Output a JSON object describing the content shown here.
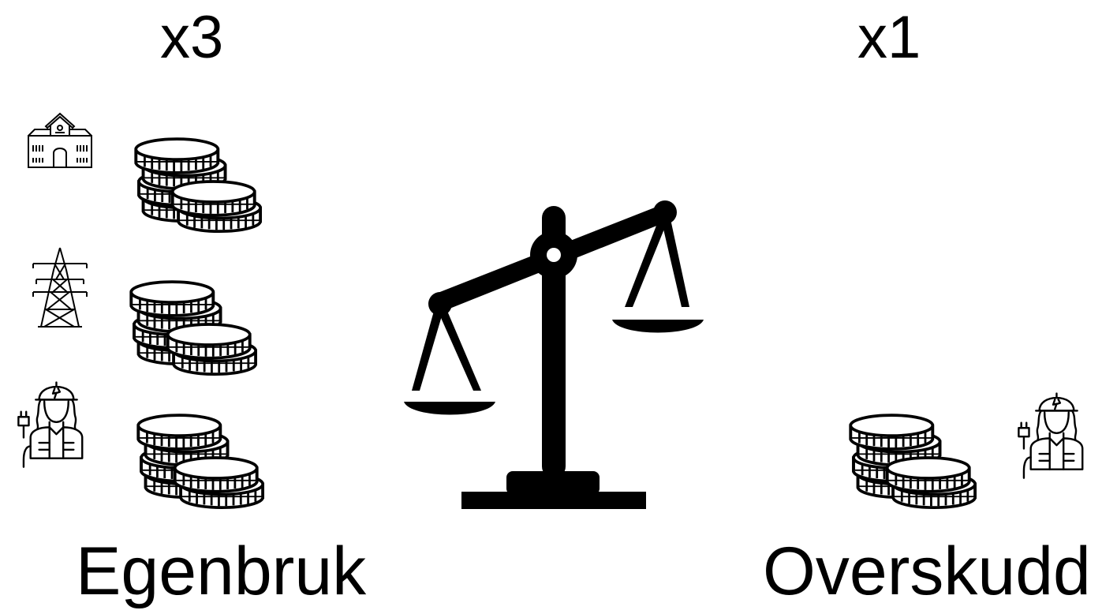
{
  "left": {
    "multiplier": "x3",
    "label": "Egenbruk",
    "rows": [
      {
        "icon": "school-building-icon",
        "coins": "coin-stacks-icon"
      },
      {
        "icon": "power-pylon-icon",
        "coins": "coin-stacks-icon"
      },
      {
        "icon": "electrician-worker-icon",
        "coins": "coin-stacks-icon"
      }
    ]
  },
  "right": {
    "multiplier": "x1",
    "label": "Overskudd",
    "rows": [
      {
        "icon": "electrician-worker-icon",
        "coins": "coin-stacks-icon"
      }
    ]
  },
  "center": {
    "icon": "balance-scale-icon"
  },
  "colors": {
    "ink": "#000000",
    "background": "#ffffff"
  }
}
